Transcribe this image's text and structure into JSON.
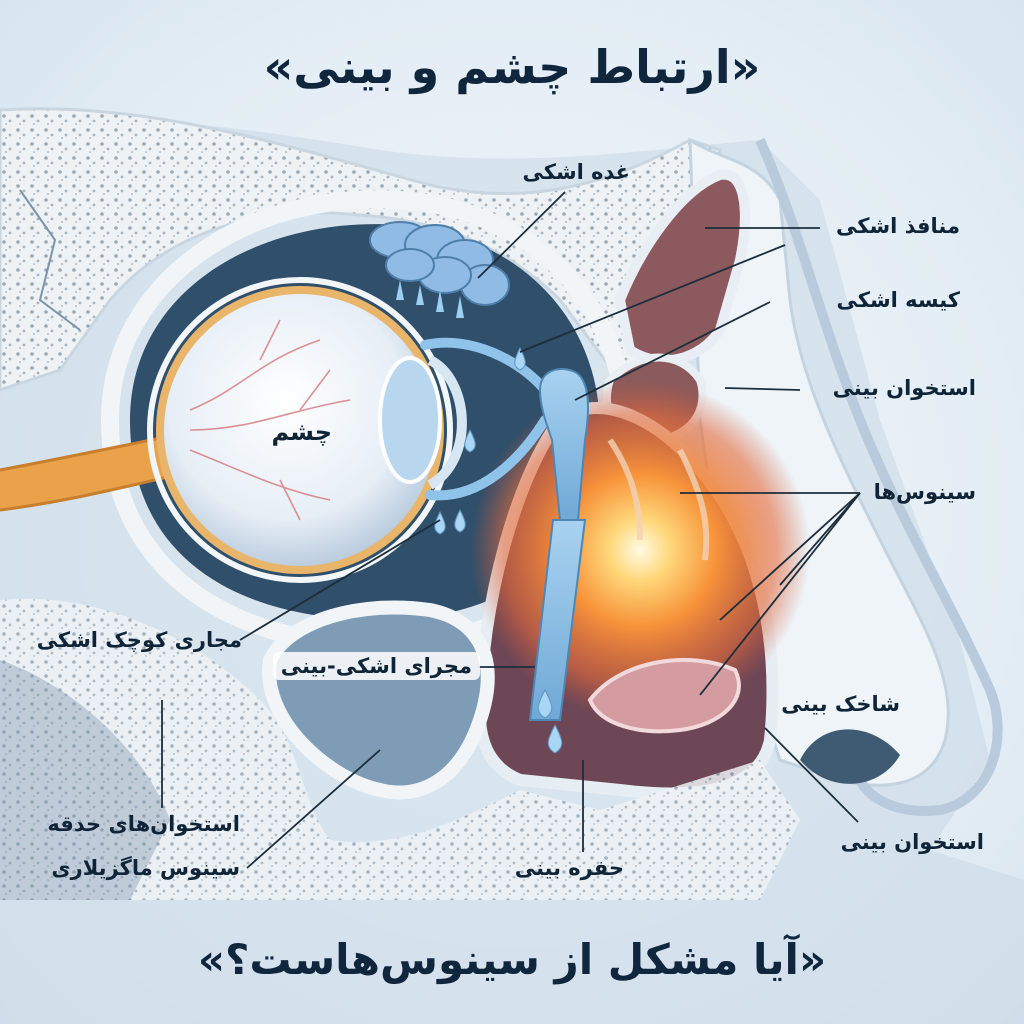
{
  "title": "«ارتباط چشم و بینی»",
  "subtitle": "«آیا مشکل از سینوس‌هاست؟»",
  "colors": {
    "bone": "#f3f7fa",
    "tissue": "#9fb9d1",
    "nerve": "#e9a24a",
    "sinus_glow": "#f7923a",
    "mucosa": "#c98386",
    "tear_fluid": "#8fc3ea",
    "leader_line": "#1c2d3b"
  },
  "labels": {
    "lacrimal_gland": "غده اشکی",
    "lacrimal_puncta": "منافذ اشکی",
    "lacrimal_sac": "کیسه اشکی",
    "nasal_bone_upper": "استخوان بینی",
    "sinuses": "سینوس‌ها",
    "eye": "چشم",
    "canaliculi": "مجاری کوچک اشکی",
    "nasolacrimal_duct": "مجرای اشکی-بینی",
    "turbinate": "شاخک بینی",
    "orbital_bones": "استخوان‌های حدقه",
    "maxillary_sinus": "سینوس ماگزیلاری",
    "nasal_cavity": "حفره بینی",
    "nasal_bone_lower": "استخوان بینی"
  }
}
